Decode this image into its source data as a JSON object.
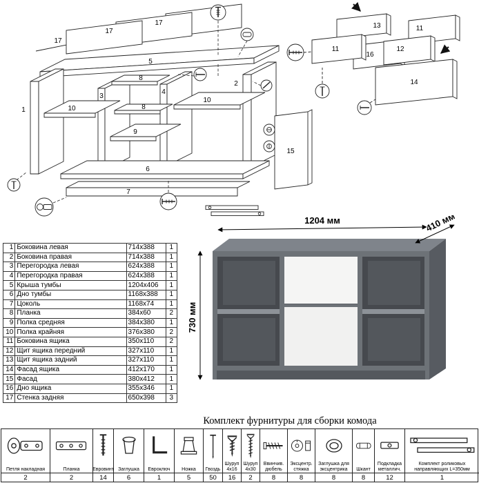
{
  "diagram": {
    "main_labels": [
      "17",
      "17",
      "17",
      "5",
      "1",
      "3",
      "10",
      "8",
      "8",
      "4",
      "9",
      "10",
      "2",
      "6",
      "7",
      "15"
    ],
    "drawer_labels": [
      "13",
      "11",
      "16",
      "12",
      "11",
      "14"
    ]
  },
  "render": {
    "width_label": "1204 мм",
    "depth_label": "410 мм",
    "height_label": "730 мм",
    "body_color": "#6d7277",
    "front_color": "#f5f5f4"
  },
  "parts_table": {
    "rows": [
      {
        "num": "1",
        "name": "Боковина левая",
        "size": "714x388",
        "qty": "1"
      },
      {
        "num": "2",
        "name": "Боковина правая",
        "size": "714x388",
        "qty": "1"
      },
      {
        "num": "3",
        "name": "Перегородка левая",
        "size": "624x388",
        "qty": "1"
      },
      {
        "num": "4",
        "name": "Перегородка правая",
        "size": "624x388",
        "qty": "1"
      },
      {
        "num": "5",
        "name": "Крыша тумбы",
        "size": "1204x406",
        "qty": "1"
      },
      {
        "num": "6",
        "name": "Дно тумбы",
        "size": "1168x388",
        "qty": "1"
      },
      {
        "num": "7",
        "name": "Цоколь",
        "size": "1168x74",
        "qty": "1"
      },
      {
        "num": "8",
        "name": "Планка",
        "size": "384x60",
        "qty": "2"
      },
      {
        "num": "9",
        "name": "Полка средняя",
        "size": "384x380",
        "qty": "1"
      },
      {
        "num": "10",
        "name": "Полка крайняя",
        "size": "376x380",
        "qty": "2"
      },
      {
        "num": "11",
        "name": "Боковина ящика",
        "size": "350x110",
        "qty": "2"
      },
      {
        "num": "12",
        "name": "Щит ящика передний",
        "size": "327x110",
        "qty": "1"
      },
      {
        "num": "13",
        "name": "Щит ящика задний",
        "size": "327x110",
        "qty": "1"
      },
      {
        "num": "14",
        "name": "Фасад ящика",
        "size": "412x170",
        "qty": "1"
      },
      {
        "num": "15",
        "name": "Фасад",
        "size": "380x412",
        "qty": "1"
      },
      {
        "num": "16",
        "name": "Дно ящика",
        "size": "355x346",
        "qty": "1"
      },
      {
        "num": "17",
        "name": "Стенка задняя",
        "size": "650x398",
        "qty": "3"
      }
    ]
  },
  "hardware": {
    "title": "Комплект фурнитуры для сборки комода",
    "items": [
      {
        "name": "Петля накладная",
        "qty": "2",
        "icon": "hinge"
      },
      {
        "name": "Планка",
        "qty": "2",
        "icon": "plate"
      },
      {
        "name": "Евровинт",
        "qty": "14",
        "icon": "euroscrew"
      },
      {
        "name": "Заглушка",
        "qty": "6",
        "icon": "cap"
      },
      {
        "name": "Евроключ",
        "qty": "1",
        "icon": "hexkey"
      },
      {
        "name": "Ножка",
        "qty": "5",
        "icon": "foot"
      },
      {
        "name": "Гвоздь",
        "qty": "50",
        "icon": "nail"
      },
      {
        "name": "Шуруп 4x16",
        "qty": "16",
        "icon": "screw-16"
      },
      {
        "name": "Шуруп 4x30",
        "qty": "2",
        "icon": "screw-30"
      },
      {
        "name": "Ввинчив. дюбель",
        "qty": "8",
        "icon": "screw-dowel"
      },
      {
        "name": "Эксцентр. стяжка",
        "qty": "8",
        "icon": "cam-lock"
      },
      {
        "name": "Заглушка для эксцентрика",
        "qty": "8",
        "icon": "cam-cap"
      },
      {
        "name": "Шкант",
        "qty": "8",
        "icon": "wood-dowel"
      },
      {
        "name": "Подкладка металлич.",
        "qty": "12",
        "icon": "metal-washer"
      },
      {
        "name": "Комплект роликовых направляющих L=350мм",
        "qty": "1",
        "icon": "roller-rails"
      }
    ]
  }
}
